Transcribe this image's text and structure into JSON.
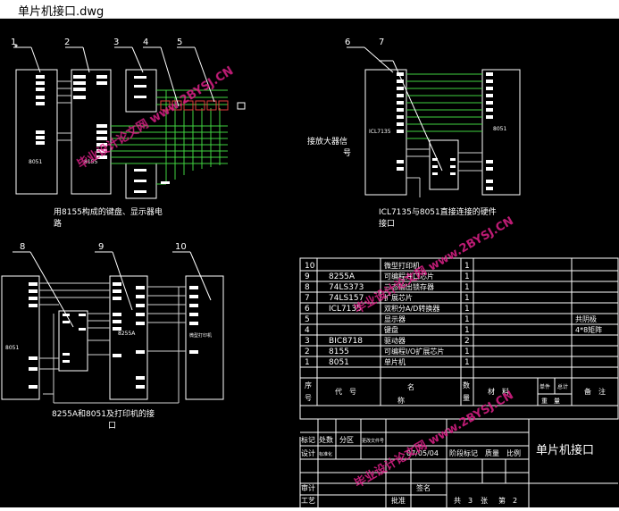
{
  "window": {
    "title": "单片机接口.dwg"
  },
  "callouts": [
    "1",
    "2",
    "3",
    "4",
    "5",
    "6",
    "7",
    "8",
    "9",
    "10"
  ],
  "chips": {
    "c8051_a": "8051",
    "c8155": "8155",
    "icl": "ICL7135",
    "c8051_b": "8051",
    "c8051_c": "8051",
    "c8255": "8255A",
    "printer": "微型打印机"
  },
  "labels": {
    "amp": [
      "接放大器信",
      "号"
    ],
    "caption1": [
      "用8155构成的键盘、显示器电",
      "路"
    ],
    "caption2": [
      "ICL7135与8051直接连接的硬件",
      "接口"
    ],
    "caption3": [
      "8255A和8051及打印机的接",
      "口"
    ],
    "watermark": "毕业设计论文网 www.2BYSJ.CN"
  },
  "bom": {
    "rows": [
      {
        "no": "10",
        "code": "",
        "name": "微型打印机",
        "qty": "1",
        "note": ""
      },
      {
        "no": "9",
        "code": "8255A",
        "name": "可编程并口芯片",
        "qty": "1",
        "note": ""
      },
      {
        "no": "8",
        "code": "74LS373",
        "name": "三态输出锁存器",
        "qty": "1",
        "note": ""
      },
      {
        "no": "7",
        "code": "74LS157",
        "name": "扩展芯片",
        "qty": "1",
        "note": ""
      },
      {
        "no": "6",
        "code": "ICL7135",
        "name": "双积分A/D转换器",
        "qty": "1",
        "note": ""
      },
      {
        "no": "5",
        "code": "",
        "name": "显示器",
        "qty": "1",
        "note": "共阴极"
      },
      {
        "no": "4",
        "code": "",
        "name": "键盘",
        "qty": "1",
        "note": "4*8矩阵"
      },
      {
        "no": "3",
        "code": "BIC8718",
        "name": "驱动器",
        "qty": "2",
        "note": ""
      },
      {
        "no": "2",
        "code": "8155",
        "name": "可编程I/O扩展芯片",
        "qty": "1",
        "note": ""
      },
      {
        "no": "1",
        "code": "8051",
        "name": "单片机",
        "qty": "1",
        "note": ""
      }
    ],
    "header": {
      "seq_a": "序",
      "seq_b": "号",
      "code": "代　号",
      "name_a": "名",
      "name_b": "称",
      "qty_a": "数",
      "qty_b": "量",
      "mat": "材　料",
      "unit": "单件",
      "total": "总计",
      "weight": "重　量",
      "remark": "备　注"
    }
  },
  "titleblock": {
    "drawing_name": "单片机接口",
    "mark": "标记",
    "count": "处数",
    "zone": "分区",
    "changedoc": "更改文件号",
    "design": "设计",
    "std": "标准化",
    "date": "07/05/04",
    "stage": "阶段标记",
    "mass": "质量",
    "scale": "比例",
    "review": "审计",
    "craft": "工艺",
    "approve": "批准",
    "sign": "签名",
    "total_sheets": "共",
    "total_num": "3",
    "sheet_unit": "张",
    "sheet_label": "第",
    "sheet_num": "2"
  }
}
